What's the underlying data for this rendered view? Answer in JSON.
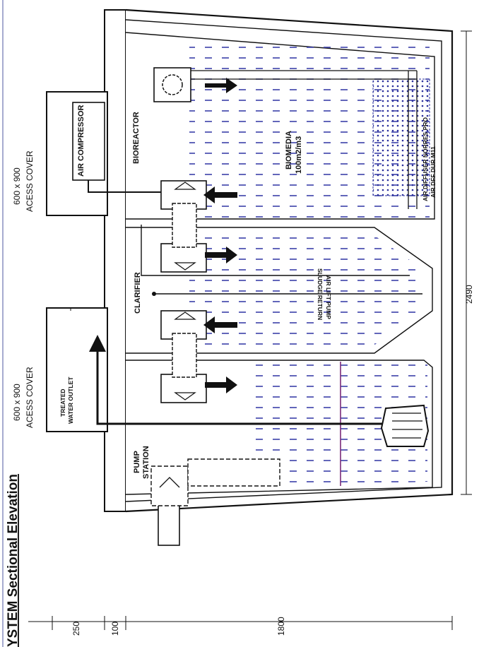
{
  "title": "YSTEM Sectional Elevation",
  "labels": {
    "cover_left_size": "600 x 900",
    "cover_left_name": "ACESS COVER",
    "cover_right_size": "600 x 900",
    "cover_right_name": "ACESS COVER",
    "air_compressor": "AIR COMPRESSOR",
    "bioreactor": "BIOREACTOR",
    "biomedia_1": "BIOMEDIA",
    "biomedia_2": "100m2/m3",
    "air_diffuser_1": "AIR DIFFUSER NORRES PRO",
    "air_diffuser_2": "AIR DFF DUR M11",
    "clarifier": "CLARIFIER",
    "airlift_1": "AIR LIFT PUMP",
    "airlift_2": "SLUDGE RETURN",
    "treated_1": "TREATED",
    "treated_2": "WATER OUTLET",
    "pump_1": "PUMP",
    "pump_2": "STATION"
  },
  "dimensions": {
    "d250": "250",
    "d100": "100",
    "d1800": "1800",
    "d2490": "2490"
  }
}
